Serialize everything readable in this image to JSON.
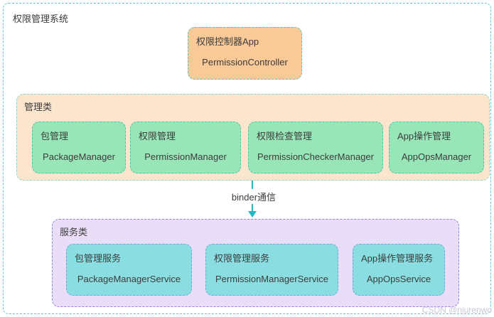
{
  "page": {
    "title": "权限管理系统",
    "watermark": "CSDN @niurenwo"
  },
  "controller_box": {
    "label": "权限控制器App",
    "class_name": "PermissionController"
  },
  "manager_group": {
    "label": "管理类",
    "items": [
      {
        "label": "包管理",
        "class_name": "PackageManager"
      },
      {
        "label": "权限管理",
        "class_name": "PermissionManager"
      },
      {
        "label": "权限检查管理",
        "class_name": "PermissionCheckerManager"
      },
      {
        "label": "App操作管理",
        "class_name": "AppOpsManager"
      }
    ]
  },
  "connection": {
    "label": "binder通信"
  },
  "service_group": {
    "label": "服务类",
    "items": [
      {
        "label": "包管理服务",
        "class_name": "PackageManagerService"
      },
      {
        "label": "权限管理服务",
        "class_name": "PermissionManagerService"
      },
      {
        "label": "App操作管理服务",
        "class_name": "AppOpsService"
      }
    ]
  },
  "colors": {
    "text": "#3c3c3c",
    "outer_border": "#5fc9d6",
    "controller_fill": "#f9c998",
    "controller_border": "#54c6c6",
    "manager_group_fill": "#fce5cd",
    "manager_group_border": "#85d8c8",
    "manager_fill": "#98e6b8",
    "manager_border": "#4ec4a9",
    "service_group_fill": "#e9ddf7",
    "service_group_border": "#8f88e2",
    "service_fill": "#8adee2",
    "service_border": "#6fa8dc",
    "arrow": "#29b5c4",
    "watermark": "#c9cad2"
  }
}
